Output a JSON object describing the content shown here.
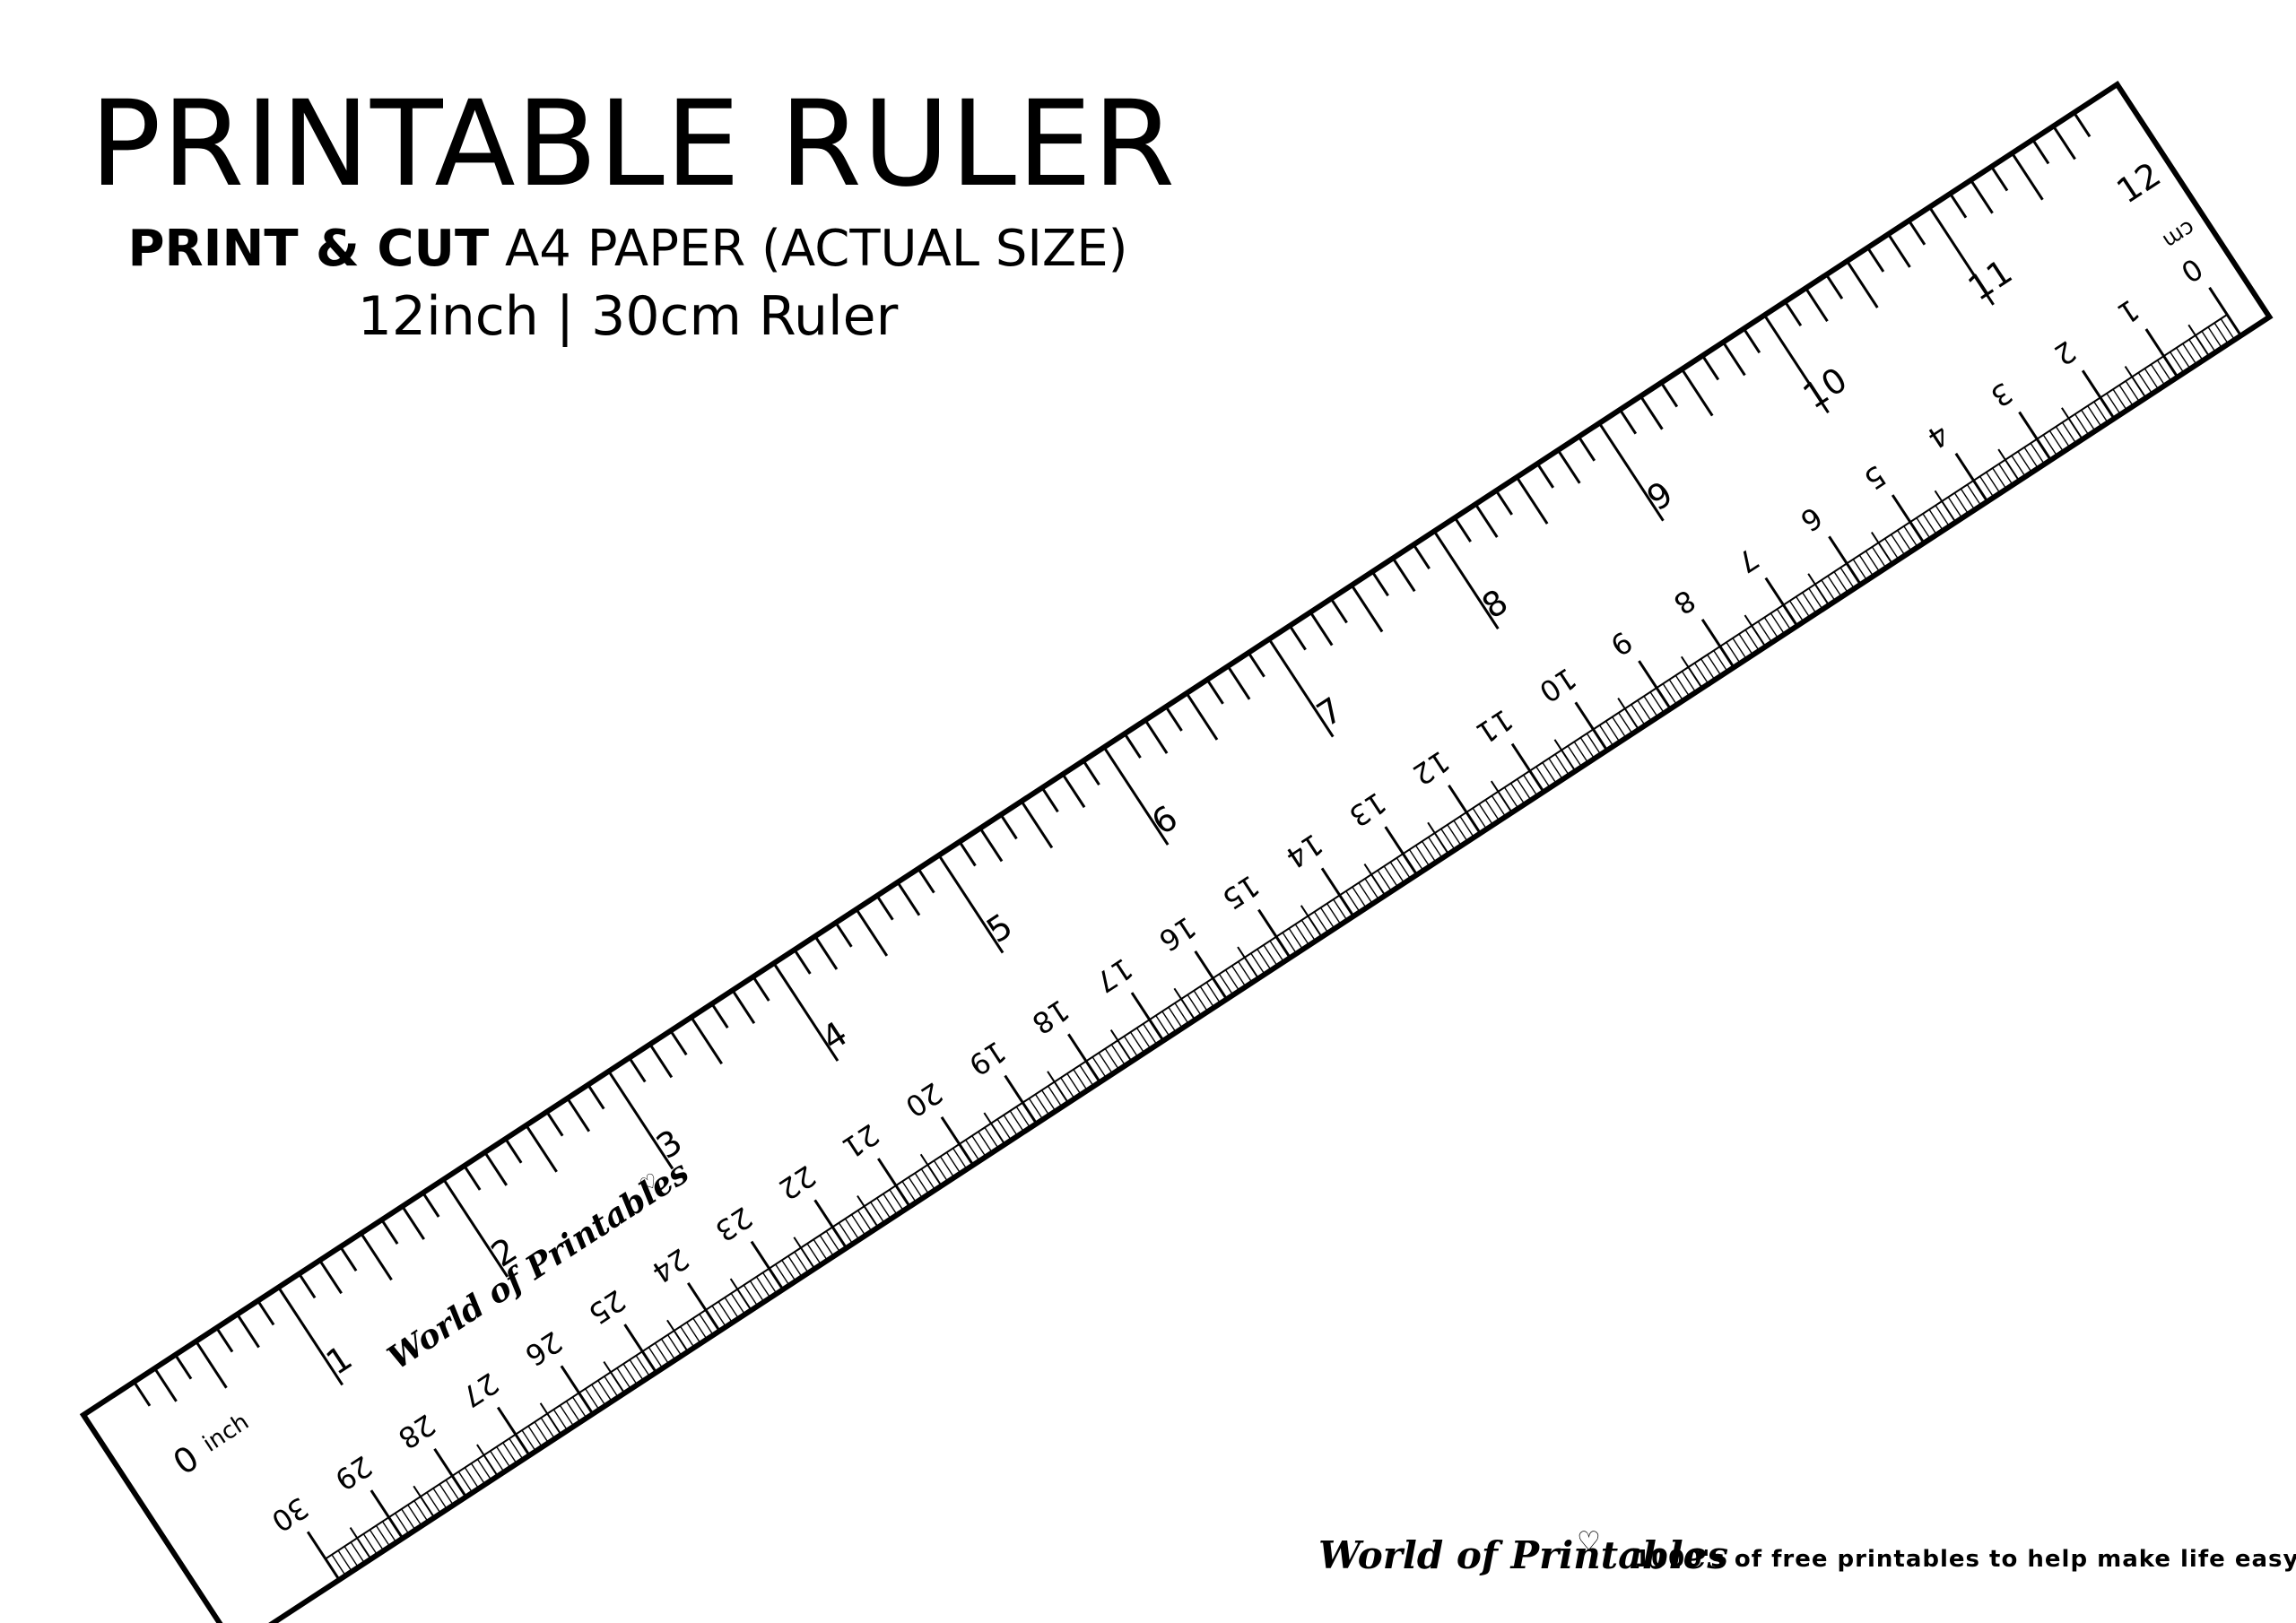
{
  "header": {
    "title": "PRINTABLE RULER",
    "subtitle_bold": "PRINT & CUT",
    "subtitle_rest": " A4 PAPER (ACTUAL SIZE)",
    "size_line": "12inch | 30cm Ruler"
  },
  "ruler": {
    "inch_unit_label": "inch",
    "inch_labels": [
      "0",
      "1",
      "2",
      "3",
      "4",
      "5",
      "6",
      "7",
      "8",
      "9",
      "10",
      "11",
      "12"
    ],
    "cm_unit_label": "cm",
    "cm_labels": [
      "0",
      "1",
      "2",
      "3",
      "4",
      "5",
      "6",
      "7",
      "8",
      "9",
      "10",
      "11",
      "12",
      "13",
      "14",
      "15",
      "16",
      "17",
      "18",
      "19",
      "20",
      "21",
      "22",
      "23",
      "24",
      "25",
      "26",
      "27",
      "28",
      "29",
      "30"
    ],
    "brand_on_ruler": "World of Printables",
    "heart_symbol": "♡",
    "line_color": "#000000",
    "fill_color": "#ffffff"
  },
  "footer": {
    "brand": "World of Printables",
    "heart": "♡",
    "tagline": "1000's of free printables to help make life easy"
  }
}
